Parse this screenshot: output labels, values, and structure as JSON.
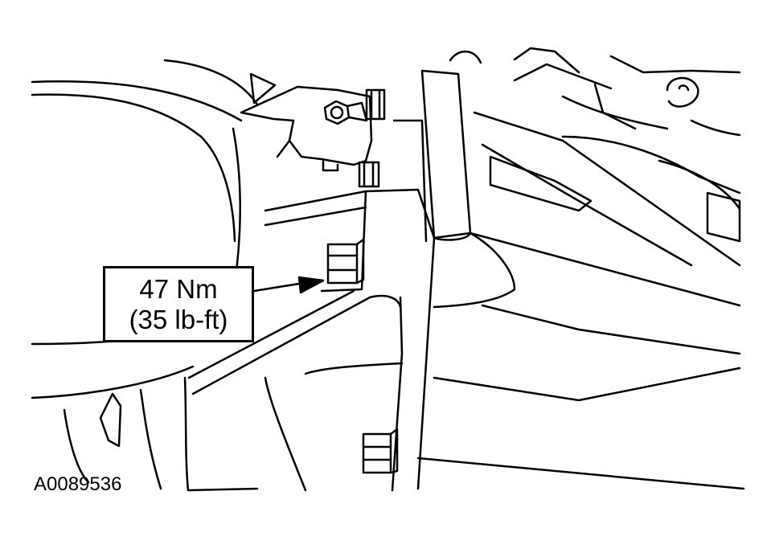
{
  "callout": {
    "torque_nm": "47 Nm",
    "torque_lbft": "(35 lb-ft)"
  },
  "figure_id": "A0089536",
  "colors": {
    "line": "#000000",
    "background": "#ffffff"
  }
}
